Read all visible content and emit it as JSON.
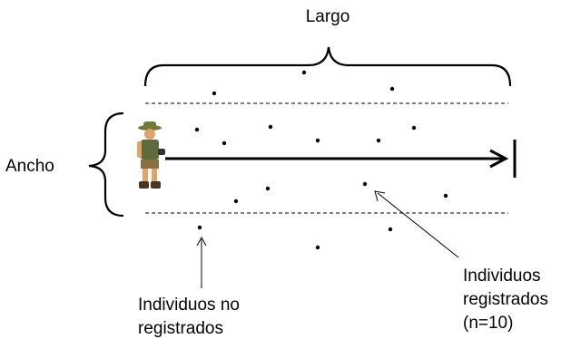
{
  "labels": {
    "largo": "Largo",
    "ancho": "Ancho",
    "unrecorded_line1": "Individuos no",
    "unrecorded_line2": "registrados",
    "recorded_line1": "Individuos",
    "recorded_line2": "registrados",
    "recorded_line3": "(n=10)"
  },
  "colors": {
    "ink": "#000000",
    "skin": "#e0a46a",
    "hat": "#6f7a3a",
    "shirt": "#5f6b3a",
    "shorts": "#8a7040",
    "boots": "#4a3420"
  },
  "icons": {
    "observer": "field-observer-icon"
  }
}
